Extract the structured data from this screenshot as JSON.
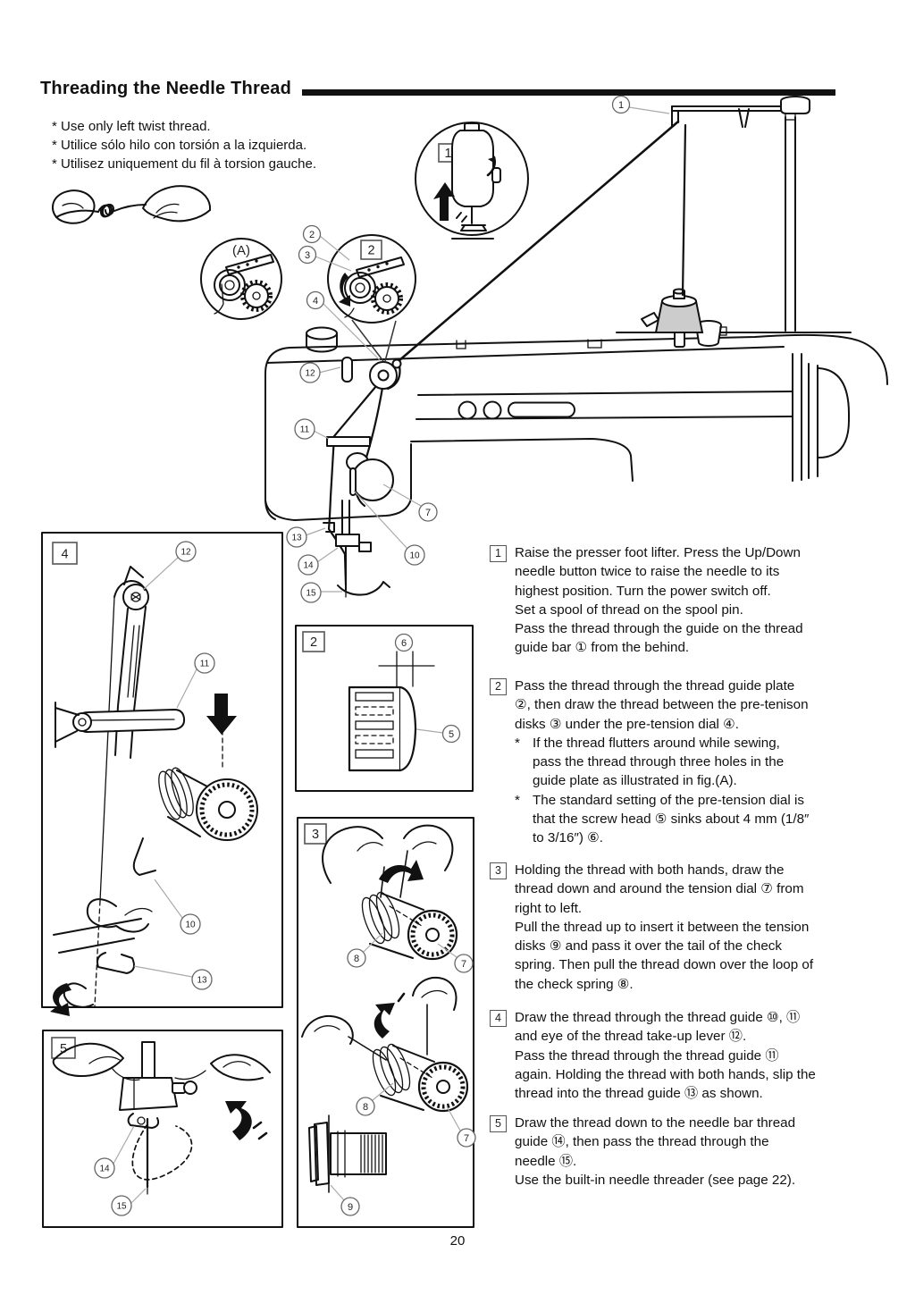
{
  "header": {
    "title": "Threading the Needle Thread"
  },
  "notes": [
    "* Use only left twist thread.",
    "* Utilice sólo hilo con torsión a la izquierda.",
    "* Utilisez uniquement du fil à torsion gauche."
  ],
  "figures": {
    "main": {
      "inset1": "1",
      "insetA": "(A)",
      "inset2": "2",
      "c1": "1",
      "c2": "2",
      "c3": "3",
      "c4": "4",
      "c7": "7",
      "c10": "10",
      "c11": "11",
      "c12": "12",
      "c13": "13",
      "c14": "14",
      "c15": "15"
    },
    "panel4": {
      "label": "4",
      "c12": "12",
      "c11": "11",
      "c10": "10",
      "c13": "13"
    },
    "panel5": {
      "label": "5",
      "c14": "14",
      "c15": "15"
    },
    "panel2": {
      "label": "2",
      "c6": "6",
      "c5": "5"
    },
    "panel3": {
      "label": "3",
      "c8a": "8",
      "c7a": "7",
      "c8b": "8",
      "c7b": "7",
      "c9": "9"
    }
  },
  "steps": [
    {
      "num": "1",
      "text": "Raise the presser foot lifter. Press the Up/Down\nneedle button twice to raise the needle to its\nhighest position. Turn the power switch off.\nSet a spool of thread on the spool pin.\nPass the thread through the guide on the thread\nguide bar ① from the behind."
    },
    {
      "num": "2",
      "text": "Pass the thread through the thread guide plate\n②, then draw the thread between the pre-tenison\ndisks ③ under the pre-tension dial ④.",
      "notes": [
        {
          "marker": "*",
          "text": "If the thread flutters around while sewing,\npass the thread through three holes in the\nguide plate as illustrated in fig.(A)."
        },
        {
          "marker": "*",
          "text": "The standard setting of the pre-tension dial is\nthat the screw head ⑤ sinks about 4 mm (1/8″\nto 3/16″) ⑥."
        }
      ]
    },
    {
      "num": "3",
      "text": "Holding the thread with both hands, draw the\nthread down and around the tension dial ⑦ from\nright to left.\nPull the thread up to insert it between the tension\ndisks ⑨ and pass it over the tail of the check\nspring. Then pull the thread down over the loop of\nthe check spring ⑧."
    },
    {
      "num": "4",
      "text": "Draw the thread through the thread guide ⑩, ⑪\nand eye of the thread take-up lever ⑫.\nPass the thread through the thread guide ⑪\nagain. Holding the thread with both hands, slip the\nthread into the thread guide ⑬ as shown."
    },
    {
      "num": "5",
      "text": "Draw the thread down to the needle bar thread\nguide ⑭, then pass the thread through the\nneedle ⑮.\nUse the built-in needle threader (see page 22)."
    }
  ],
  "footer": {
    "page_number": "20"
  }
}
